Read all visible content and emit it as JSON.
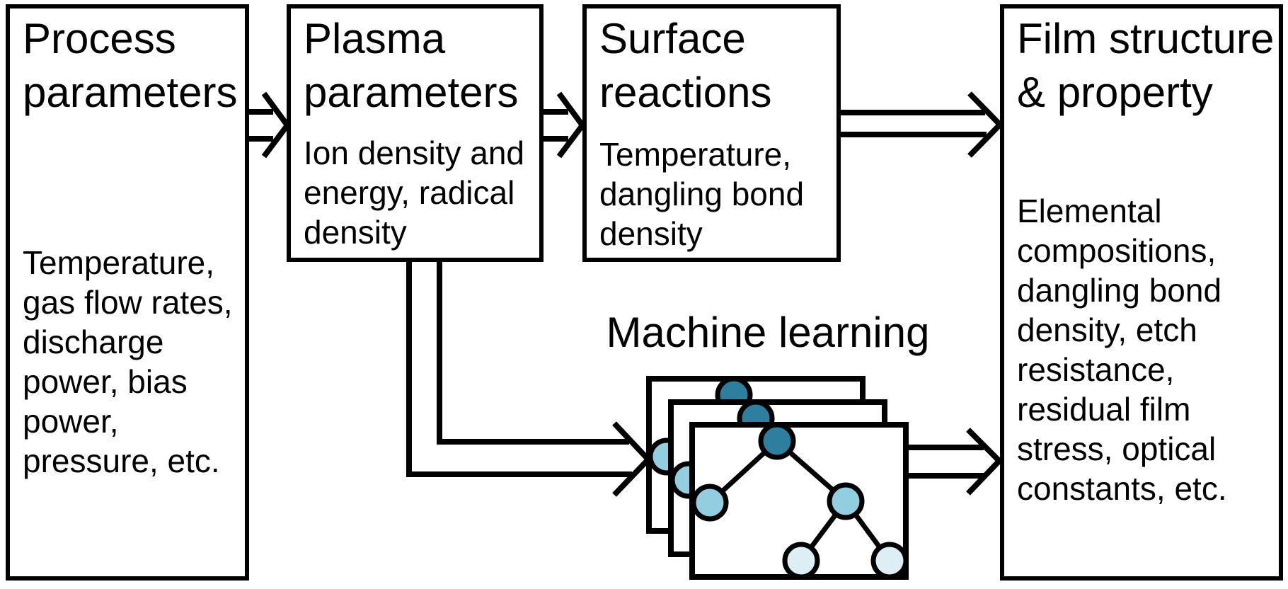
{
  "diagram": {
    "boxes": [
      {
        "title": "Process\nparameters",
        "body": "Temperature,\ngas flow rates,\ndischarge\npower, bias\npower,\npressure, etc."
      },
      {
        "title": "Plasma\nparameters",
        "body": "Ion density and\nenergy, radical\ndensity"
      },
      {
        "title": "Surface\nreactions",
        "body": "Temperature,\ndangling bond\ndensity"
      },
      {
        "title": "Film structure\n& property",
        "body": "Elemental\ncompositions,\ndangling bond\ndensity, etch\nresistance,\nresidual film\nstress, optical\nconstants, etc."
      }
    ],
    "ml_label": "Machine learning",
    "colors": {
      "node_root": "#2e7f9f",
      "node_mid": "#93cde0",
      "node_leaf": "#ddeef5",
      "line": "#000000",
      "background": "#ffffff"
    }
  }
}
